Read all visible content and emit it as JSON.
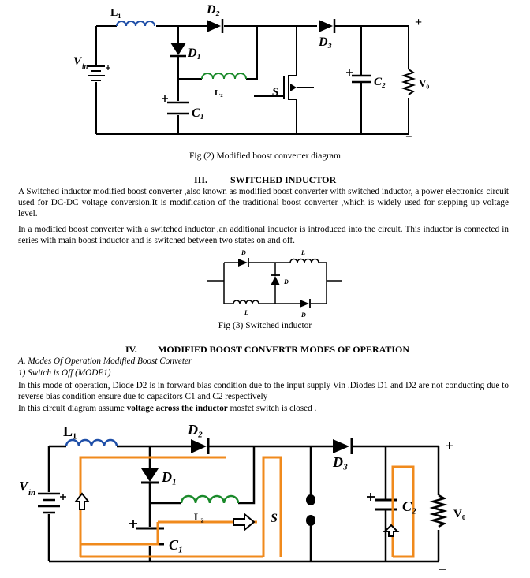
{
  "fig2": {
    "caption": "Fig (2)    Modified boost converter diagram",
    "labels": {
      "L1": "L₁",
      "D2": "D₂",
      "D1": "D₁",
      "D3": "D₃",
      "L2": "L₂",
      "S": "S",
      "C2": "C₂",
      "Vo": "V₀",
      "C1": "C₁",
      "Vin": "V",
      "Vin_sub": "in",
      "plus": "+",
      "minus": "−"
    }
  },
  "section3": {
    "number": "III.",
    "title": "SWITCHED INDUCTOR",
    "para1": "A Switched inductor modified boost converter ,also known as modified boost converter with switched inductor, a power electronics circuit used for DC-DC voltage conversion.It is modification of the traditional boost converter ,which is widely used for stepping up voltage level.",
    "para2": "In a modified boost converter with a switched inductor ,an additional inductor is introduced into the circuit. This inductor is connected in series with main boost inductor and is switched between two states on and off."
  },
  "fig3": {
    "caption": "Fig (3)  Switched inductor",
    "labels": {
      "D_top": "D",
      "L_top": "L",
      "D_mid": "D",
      "L_bot": "L",
      "D_bot": "D"
    }
  },
  "section4": {
    "number": "IV.",
    "title": "MODIFIED BOOST CONVERTR MODES OF OPERATION",
    "sub_a": "A.   Modes Of Operation Modified Boost Conveter",
    "sub_1": "1)   Switch is Off (MODE1)",
    "para1": "In this mode of operation, Diode D2  is in forward bias condition due to the input supply Vin .Diodes D1 and D2 are not conducting due to reverse bias condition ensure due to capacitors C1 and C2 respectively",
    "para2_pre": "In this circuit diagram assume ",
    "para2_bold": "voltage across the inductor",
    "para2_post": " mosfet switch  is closed ."
  },
  "fig4": {
    "labels": {
      "L1": "L₁",
      "D2": "D₂",
      "D1": "D₁",
      "D3": "D₃",
      "L2": "L₂",
      "S": "S",
      "C2": "C₂",
      "Vo": "V₀",
      "C1": "C₁",
      "Vin": "V",
      "Vin_sub": "in",
      "plus": "+",
      "minus": "−"
    }
  },
  "colors": {
    "wire": "#000000",
    "inductor": "#1f4fa8",
    "inductor_green": "#1a8a2a",
    "current_path": "#f08a1c"
  }
}
